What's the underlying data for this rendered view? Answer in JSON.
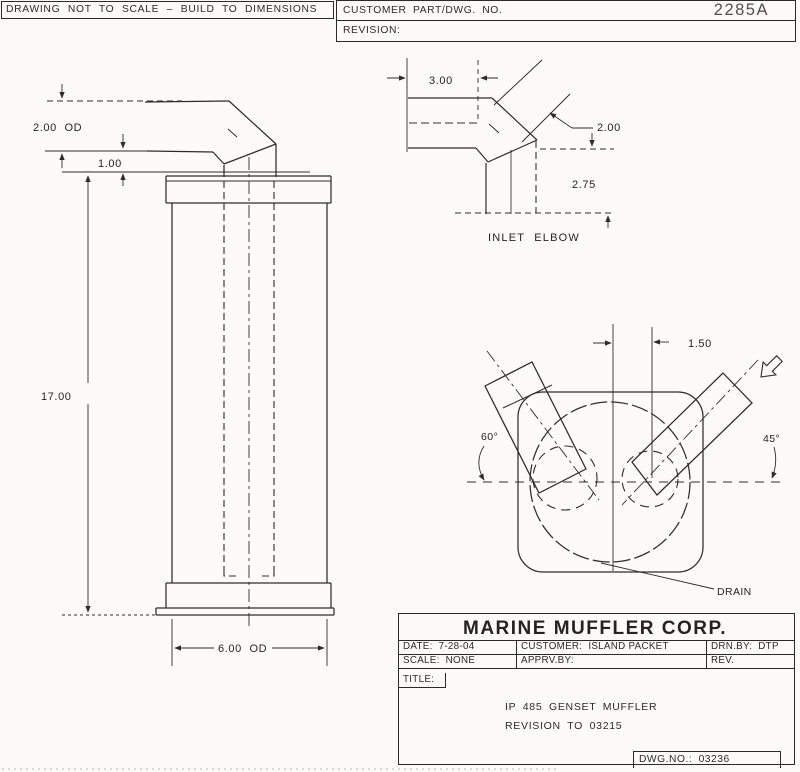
{
  "header": {
    "scale_note": "DRAWING NOT TO SCALE – BUILD TO DIMENSIONS",
    "customer_part_label": "CUSTOMER PART/DWG. NO.",
    "part_number": "2285A",
    "revision_label": "REVISION:"
  },
  "front_view": {
    "inlet_od": "2.00 OD",
    "inlet_height": "1.00",
    "body_length": "17.00",
    "body_od": "6.00 OD"
  },
  "inlet_elbow": {
    "caption": "INLET ELBOW",
    "inlet_length": "3.00",
    "outlet_od": "2.00",
    "drop_height": "2.75"
  },
  "top_view": {
    "port_offset": "1.50",
    "left_port_angle": "60°",
    "right_port_angle": "45°",
    "drain_label": "DRAIN"
  },
  "title_block": {
    "company": "MARINE MUFFLER CORP.",
    "date_label": "DATE:",
    "date": "7-28-04",
    "customer_label": "CUSTOMER:",
    "customer": "ISLAND PACKET",
    "drawn_by_label": "DRN.BY:",
    "drawn_by": "DTP",
    "scale_label": "SCALE:",
    "scale": "NONE",
    "approved_by_label": "APPRV.BY:",
    "rev_label": "REV.",
    "title_label": "TITLE:",
    "drawing_title": "IP 485 GENSET MUFFLER",
    "drawing_subtitle": "REVISION TO 03215",
    "dwg_no_label": "DWG.NO.:",
    "dwg_no": "03236"
  }
}
